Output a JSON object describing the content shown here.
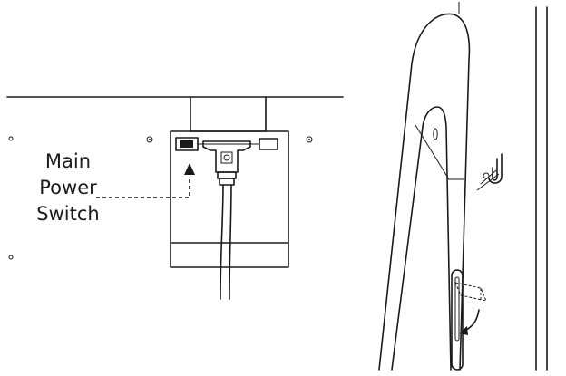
{
  "diagram": {
    "callout_label_lines": [
      "Main",
      "Power",
      "Switch"
    ],
    "panels": [
      {
        "id": "back-view",
        "content": "power box with switch and cord"
      },
      {
        "id": "side-view",
        "content": "frame side profile with cord and clip"
      }
    ],
    "colors": {
      "ink": "#1a1a1a",
      "background": "#ffffff"
    }
  }
}
